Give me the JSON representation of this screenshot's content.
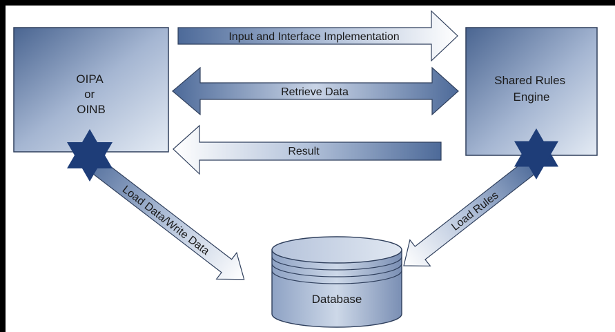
{
  "nodes": {
    "left_box": {
      "lines": [
        "OIPA",
        "or",
        "OINB"
      ]
    },
    "right_box": {
      "lines": [
        "Shared Rules",
        "Engine"
      ]
    },
    "database": {
      "label": "Database"
    }
  },
  "arrows": {
    "input_interface": {
      "label": "Input and Interface Implementation",
      "direction": "to-right"
    },
    "retrieve_data": {
      "label": "Retrieve Data",
      "direction": "bidirectional"
    },
    "result": {
      "label": "Result",
      "direction": "to-left"
    },
    "load_data": {
      "label": "Load Data/Write Data",
      "direction": "to-database"
    },
    "load_rules": {
      "label": "Load Rules",
      "direction": "to-database"
    }
  },
  "colors": {
    "box_dark": "#4a6591",
    "box_light": "#e4ebf4",
    "arrow_dark": "#4d6a99",
    "arrow_light": "#ffffff",
    "star": "#1e3d78",
    "outline": "#2f3f5c",
    "frame": "#000000"
  }
}
